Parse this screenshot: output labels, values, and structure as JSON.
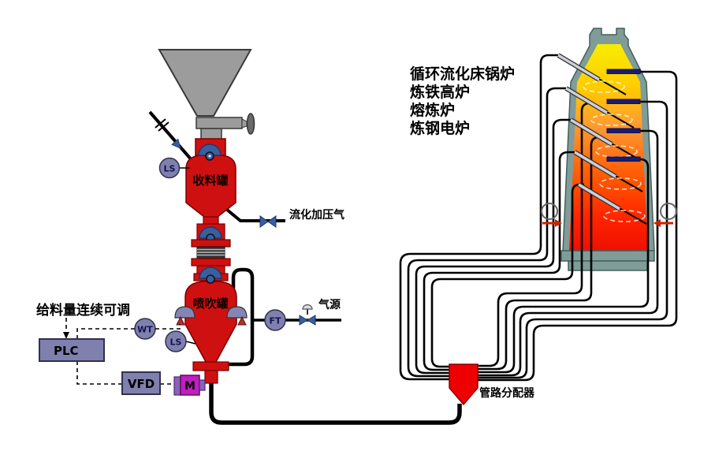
{
  "labels": {
    "feed_note": "给料量连续可调",
    "plc": "PLC",
    "vfd": "VFD",
    "motor": "M",
    "level_switch_upper": "LS",
    "level_switch_lower": "LS",
    "weight_transmitter": "WT",
    "flow_transmitter": "FT",
    "receiving_tank": "收料罐",
    "injection_tank": "喷吹罐",
    "fluidization_gas": "流化加压气",
    "gas_source": "气源",
    "pipe_distributor": "管路分配器",
    "applications": [
      "循环流化床锅炉",
      "炼铁高炉",
      "熔炼炉",
      "炼钢电炉"
    ]
  },
  "colors": {
    "vessel_red": "#cf1010",
    "valve_blue": "#3a5f9e",
    "instrument_purple": "#8080ae",
    "motor_magenta": "#bf1fbf",
    "motor_cap_purple": "#8a62b8",
    "furnace_wall": "#7f9c98",
    "flame_top": "#f9ee00",
    "flame_bottom": "#f31600",
    "tuyere_navy": "#1b1b70",
    "distributor_red": "#ee0000",
    "pipe_black": "#000000",
    "funnel_gray": "#9c9c9c"
  }
}
